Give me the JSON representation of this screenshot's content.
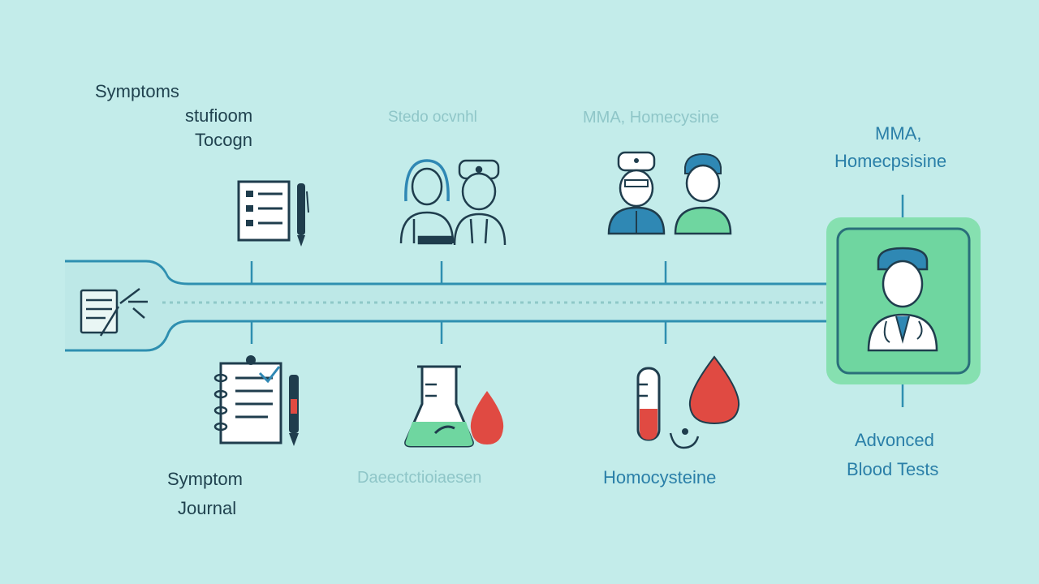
{
  "labels": {
    "top_symptoms": "Symptoms",
    "top_symptom_garbled": "stufioom",
    "top_tracking_garbled": "Tocogn",
    "top_blood_garbled": "Stedo ocvnhl",
    "top_mma": "MMA, Homecysine",
    "right_mma_line1": "MMA,",
    "right_mma_line2": "Homecpsisine",
    "bottom_symptom_line1": "Symptom",
    "bottom_symptom_line2": "Journal",
    "bottom_garbled": "Daeectctioiaesen",
    "bottom_homocysteine": "Homocysteine",
    "advanced_line1": "Advonced",
    "advanced_line2": "Blood Tests"
  },
  "colors": {
    "background": "#c3ecea",
    "line": "#2e8fb0",
    "icon_dark": "#1f3d4d",
    "blood_red": "#e04a42",
    "mint": "#6fd6a0",
    "teal_fill": "#2f88b4"
  },
  "icons": [
    "menu-list-icon",
    "checklist-clipboard-icon",
    "pen-icon",
    "two-doctors-outline-icon",
    "doctor-and-patient-icon",
    "doctor-avatar-icon",
    "journal-notepad-icon",
    "lab-flask-icon",
    "blood-drop-icon",
    "test-tube-icon"
  ]
}
